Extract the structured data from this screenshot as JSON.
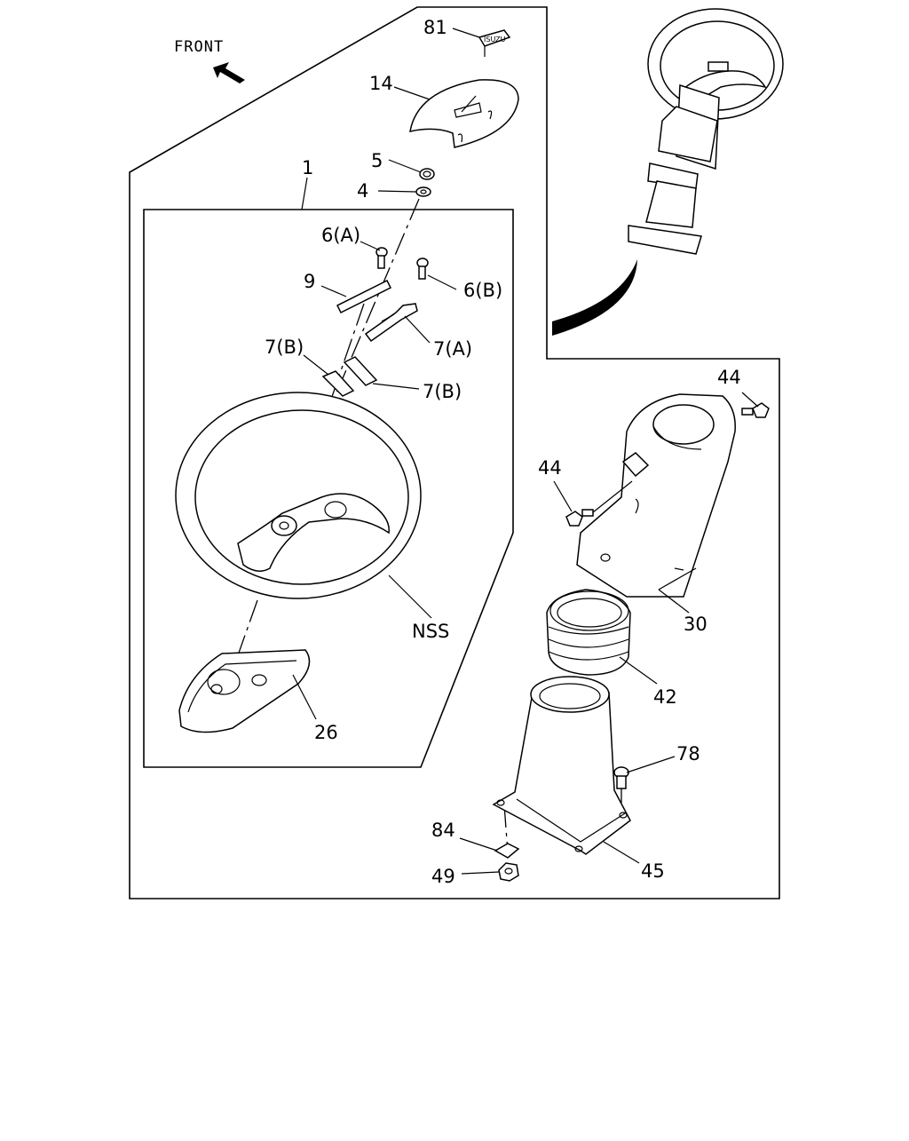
{
  "diagram": {
    "direction_label": "FRONT",
    "direction_icon": "arrow-up-left-icon",
    "logo_text": "ISUZU",
    "callouts": [
      {
        "id": "81",
        "text": "81"
      },
      {
        "id": "14",
        "text": "14"
      },
      {
        "id": "5",
        "text": "5"
      },
      {
        "id": "4",
        "text": "4"
      },
      {
        "id": "1",
        "text": "1"
      },
      {
        "id": "6a",
        "text": "6(A)"
      },
      {
        "id": "6b",
        "text": "6(B)"
      },
      {
        "id": "9",
        "text": "9"
      },
      {
        "id": "7a",
        "text": "7(A)"
      },
      {
        "id": "7b_left",
        "text": "7(B)"
      },
      {
        "id": "7b_right",
        "text": "7(B)"
      },
      {
        "id": "nss",
        "text": "NSS"
      },
      {
        "id": "26",
        "text": "26"
      },
      {
        "id": "44_top",
        "text": "44"
      },
      {
        "id": "44_left",
        "text": "44"
      },
      {
        "id": "30",
        "text": "30"
      },
      {
        "id": "42",
        "text": "42"
      },
      {
        "id": "78",
        "text": "78"
      },
      {
        "id": "84",
        "text": "84"
      },
      {
        "id": "49",
        "text": "49"
      },
      {
        "id": "45",
        "text": "45"
      }
    ]
  }
}
